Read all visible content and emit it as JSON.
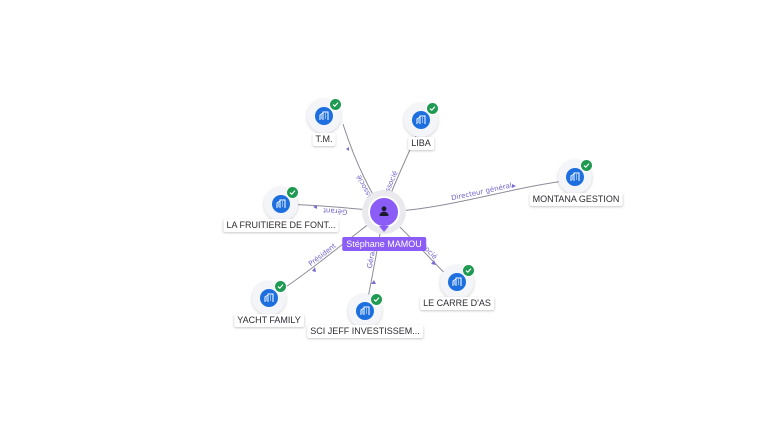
{
  "center": {
    "name": "Stéphane MAMOU",
    "icon": "person-icon",
    "color": "#8b5cf6"
  },
  "companies": [
    {
      "name": "T.M.",
      "icon": "building-icon",
      "status": "check-icon"
    },
    {
      "name": "LIBA",
      "icon": "building-icon",
      "status": "check-icon"
    },
    {
      "name": "MONTANA GESTION",
      "icon": "building-icon",
      "status": "check-icon"
    },
    {
      "name": "LA FRUITIERE DE FONT...",
      "icon": "building-icon",
      "status": "check-icon"
    },
    {
      "name": "YACHT FAMILY",
      "icon": "building-icon",
      "status": "check-icon"
    },
    {
      "name": "SCI JEFF INVESTISSEM...",
      "icon": "building-icon",
      "status": "check-icon"
    },
    {
      "name": "LE CARRE D'AS",
      "icon": "building-icon",
      "status": "check-icon"
    }
  ],
  "relations": [
    "Associé",
    "Associé",
    "Directeur général",
    "Gérant",
    "Président",
    "Gérant",
    "Associé"
  ],
  "colors": {
    "company": "#1d6fe0",
    "active": "#1f9a52",
    "relation_label": "#6f62c9",
    "edge": "#8d8d9a"
  }
}
